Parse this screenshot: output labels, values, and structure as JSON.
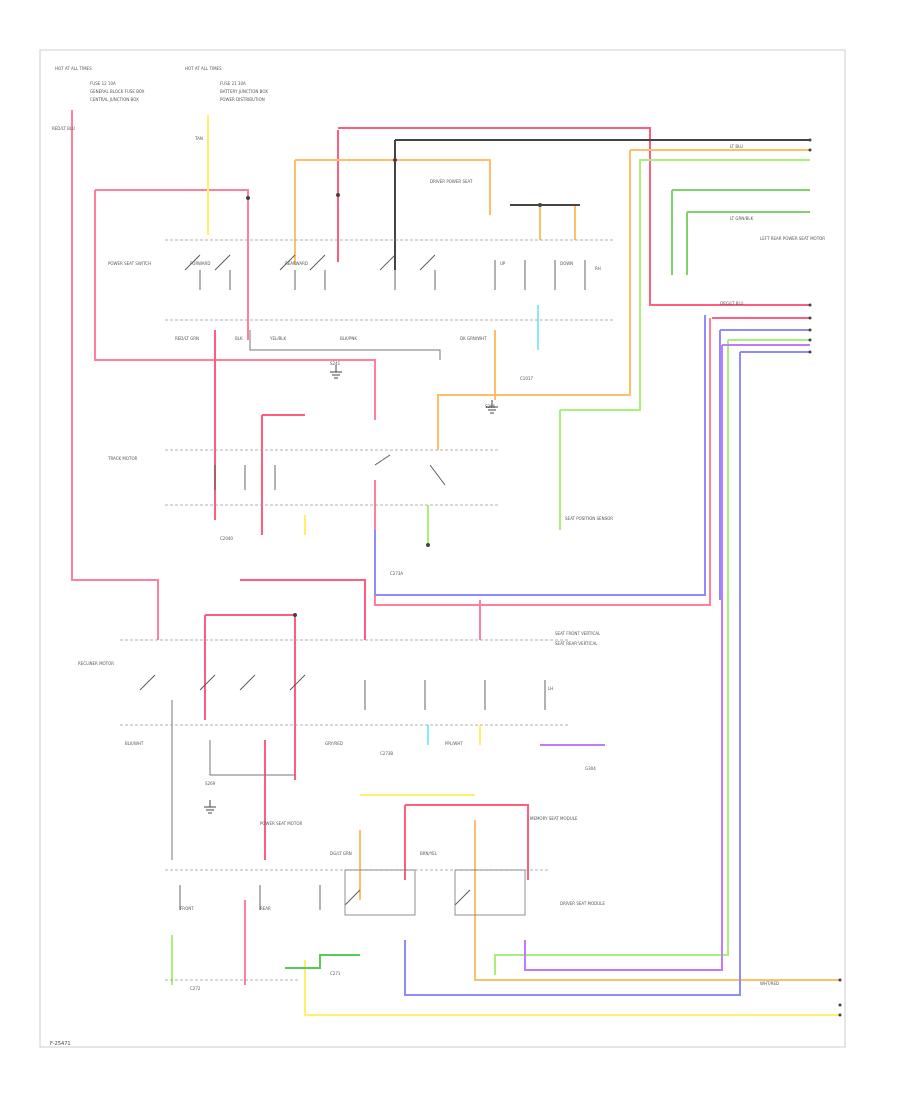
{
  "footer": {
    "code": "F-25471"
  },
  "wire_colors": {
    "red": "#ff7f9e",
    "pink": "#ff5d7d",
    "orange": "#ffbf6a",
    "yellow": "#fff06a",
    "lightgreen": "#a8f07a",
    "green": "#7fd36a",
    "blue": "#8c8cff",
    "violet": "#c07aff",
    "black": "#444444",
    "gray": "#777777",
    "lightblue": "#8ce8ff"
  },
  "labels": [
    "HOT AT ALL TIMES",
    "FUSE 12 10A",
    "GENERAL BLOCK FUSE BOX",
    "CENTRAL JUNCTION BOX",
    "HOT AT ALL TIMES",
    "FUSE 21 30A",
    "BATTERY JUNCTION BOX",
    "POWER DISTRIBUTION",
    "RED/LT BLU",
    "TAN",
    "RED/LT GRN",
    "BLK",
    "YEL/BLK",
    "BLK/PNK",
    "DK GRN/WHT",
    "LT BLU",
    "LT GRN/BLK",
    "ORG/LT BLU",
    "S241",
    "S266",
    "S269",
    "G304",
    "C1017",
    "C2040",
    "C273A",
    "C273B",
    "C272",
    "C271",
    "POWER SEAT SWITCH",
    "DRIVER POWER SEAT",
    "LEFT REAR POWER SEAT MOTOR",
    "TRACK MOTOR",
    "RECLINER MOTOR",
    "SEAT FRONT VERTICAL",
    "SEAT REAR VERTICAL",
    "SEAT POSITION SENSOR",
    "MEMORY SEAT MODULE",
    "DRIVER SEAT MODULE",
    "POWER SEAT MOTOR",
    "FORWARD",
    "REARWARD",
    "UP",
    "DOWN",
    "FRONT",
    "REAR",
    "RH",
    "LH",
    "BLK/WHT",
    "GRY/RED",
    "PPL/WHT",
    "DG/LT GRN",
    "BRN/YEL",
    "WHT/RED"
  ]
}
